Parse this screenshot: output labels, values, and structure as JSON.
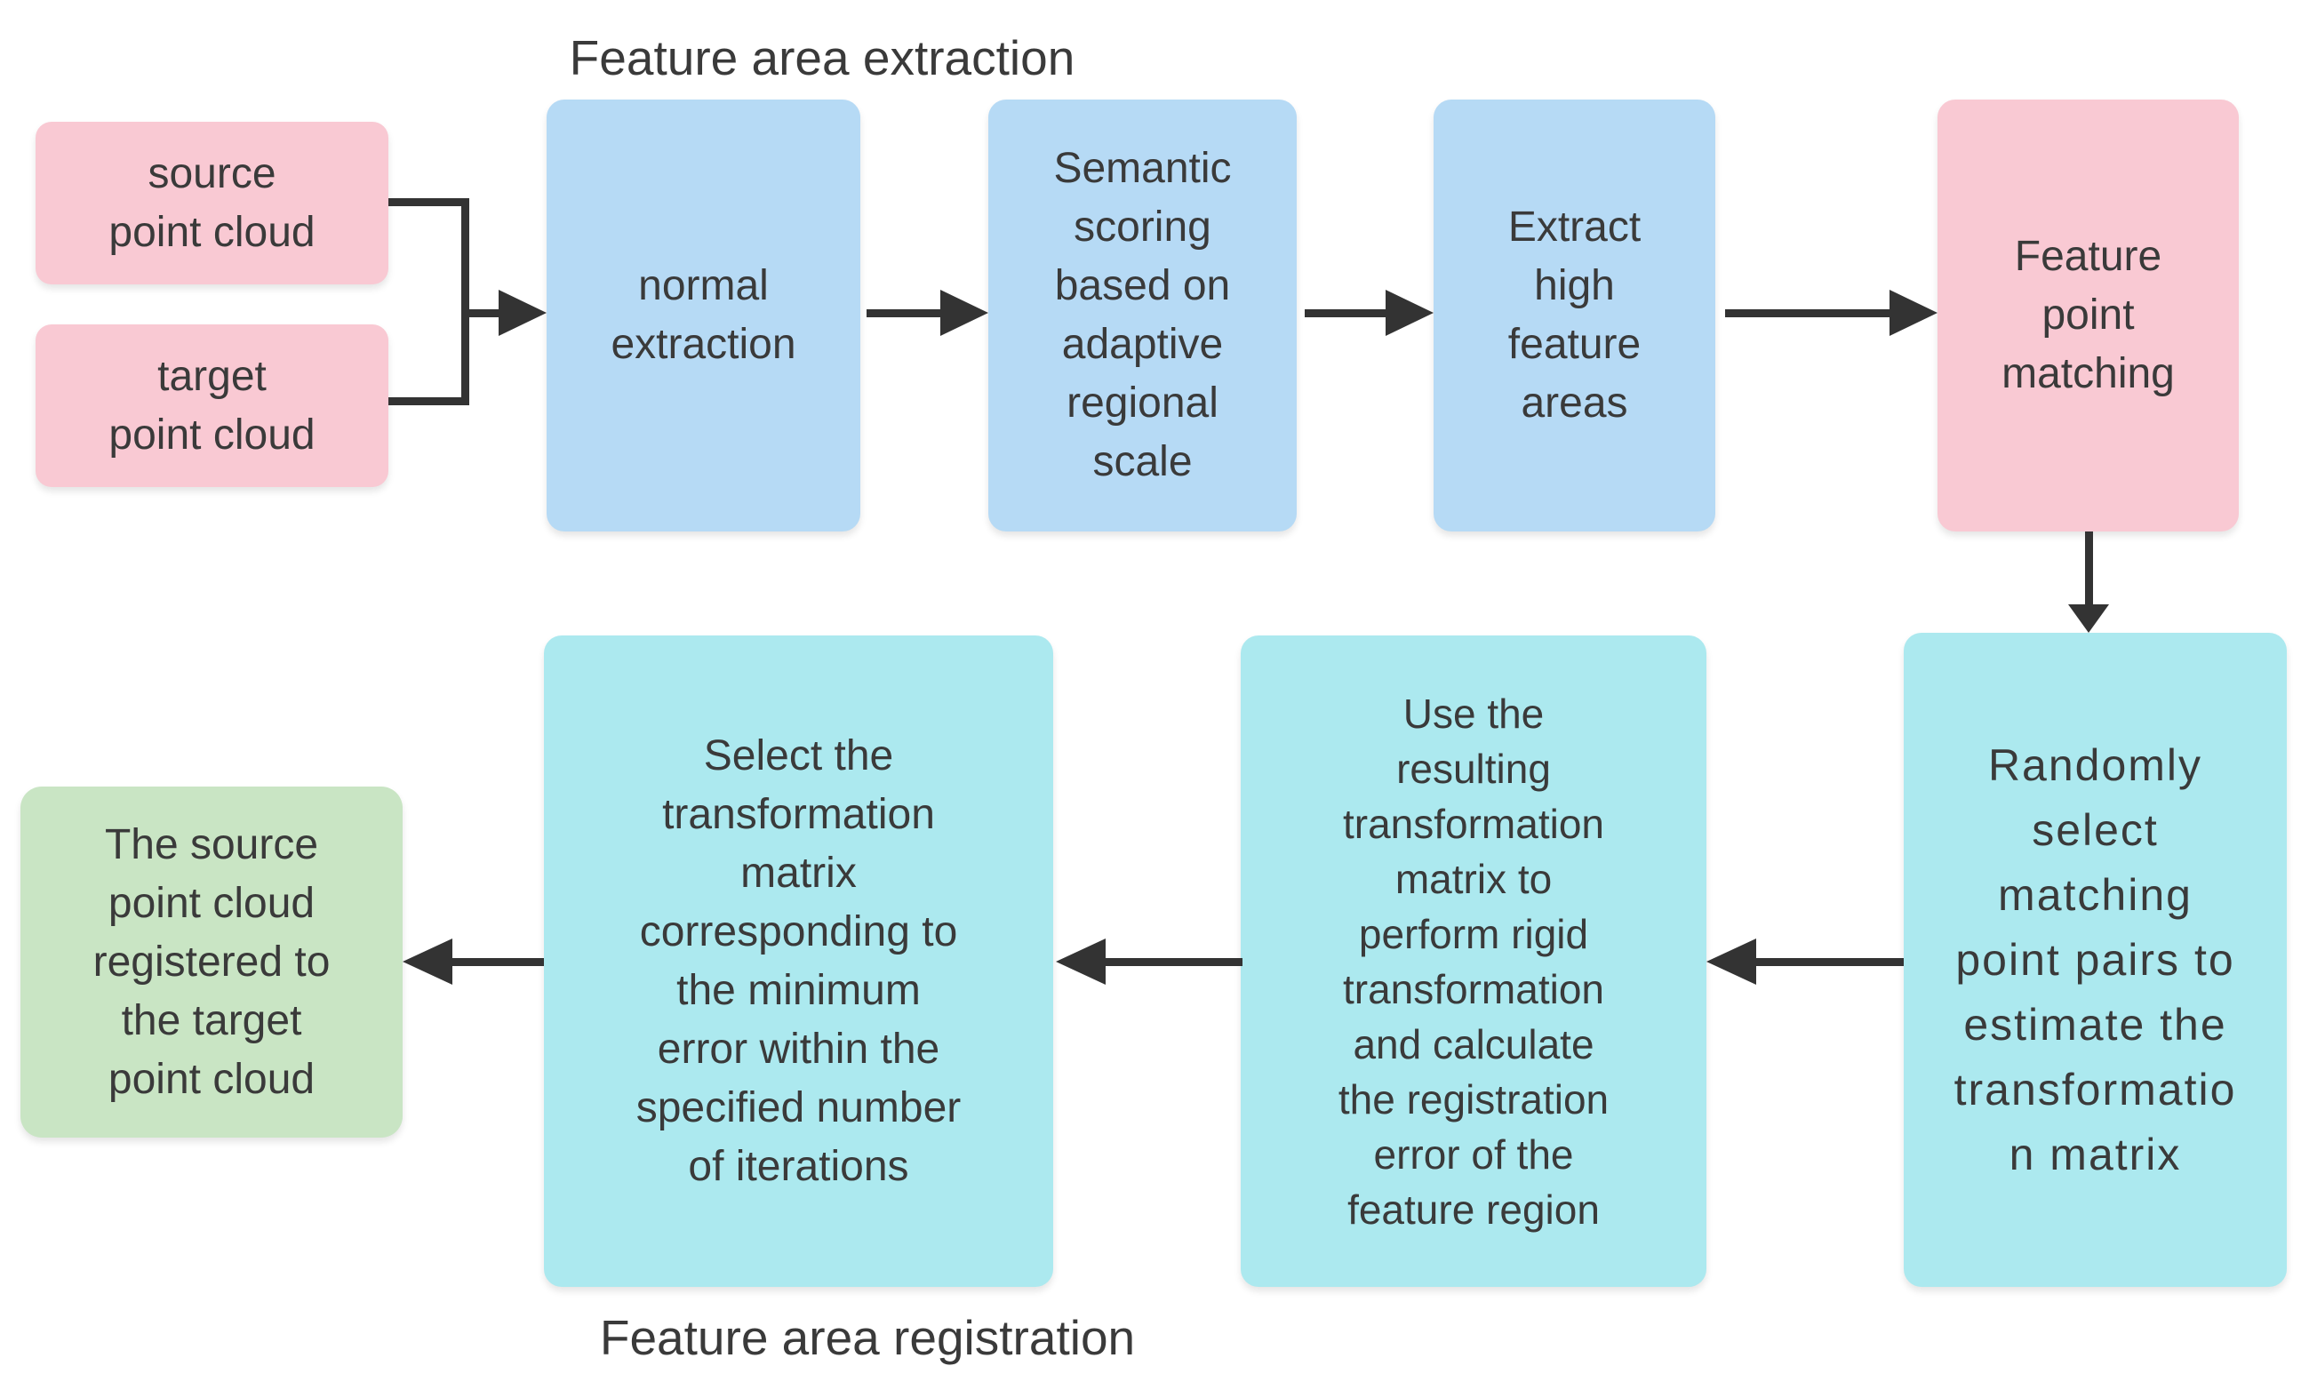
{
  "diagram": {
    "stage_label_top": "Feature area extraction",
    "stage_label_bottom": "Feature area registration",
    "colors": {
      "background": "#ffffff",
      "pink": "#f9c9d3",
      "blue": "#b6daf5",
      "cyan": "#ace9ef",
      "green": "#c9e5c4",
      "text": "#3a3a3a",
      "arrow": "#333333"
    },
    "boxes": {
      "source": {
        "text": "source\npoint cloud",
        "color": "pink"
      },
      "target": {
        "text": "target\npoint cloud",
        "color": "pink"
      },
      "normal": {
        "text": "normal\nextraction",
        "color": "blue"
      },
      "semantic": {
        "text": "Semantic\nscoring\nbased on\nadaptive\nregional\nscale",
        "color": "blue"
      },
      "extract": {
        "text": "Extract\nhigh\nfeature\nareas",
        "color": "blue"
      },
      "matching": {
        "text": "Feature\npoint\nmatching",
        "color": "pink"
      },
      "randomly": {
        "text": "Randomly\nselect\nmatching\npoint pairs to\nestimate the\ntransformatio\nn matrix",
        "color": "cyan"
      },
      "use": {
        "text": "Use the\nresulting\ntransformation\nmatrix to\nperform rigid\ntransformation\nand calculate\nthe registration\nerror of the\nfeature region",
        "color": "cyan"
      },
      "select": {
        "text": "Select the\ntransformation\nmatrix\ncorresponding to\nthe minimum\nerror within the\nspecified number\nof iterations",
        "color": "cyan"
      },
      "result": {
        "text": "The source\npoint cloud\nregistered to\nthe target\npoint cloud",
        "color": "green"
      }
    }
  }
}
